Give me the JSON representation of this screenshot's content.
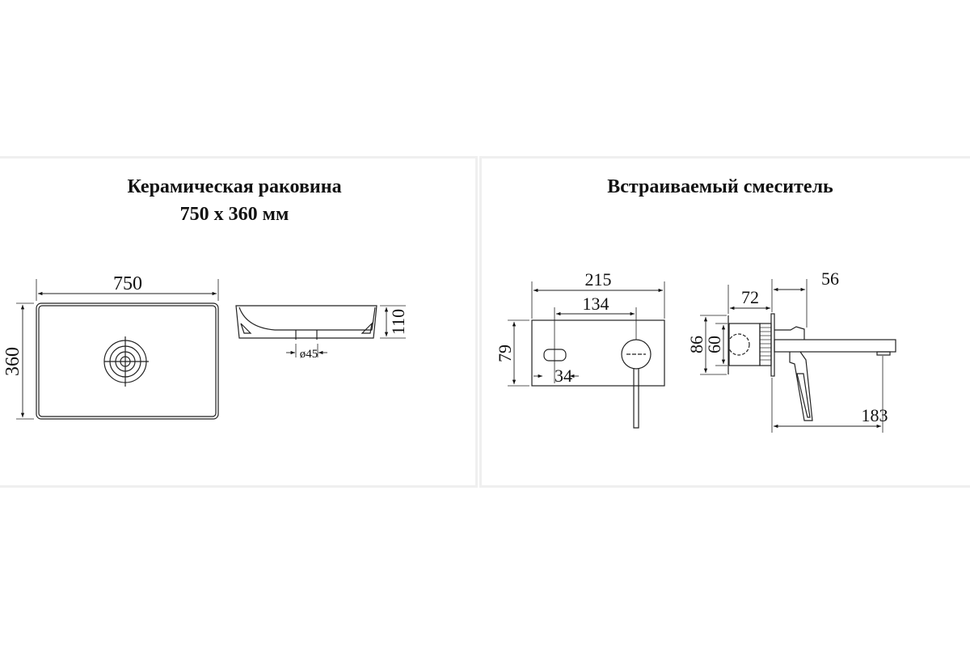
{
  "sink": {
    "title": "Керамическая раковина",
    "subtitle": "750 х 360 мм",
    "dims": {
      "width": "750",
      "depth": "360",
      "height": "110",
      "drain": "ø45"
    }
  },
  "mixer": {
    "title": "Встраиваемый смеситель",
    "dims": {
      "plate_width": "215",
      "spacing": "134",
      "plate_height": "79",
      "diverter": "34",
      "depth_72": "72",
      "depth_56": "56",
      "outer_86": "86",
      "inner_60": "60",
      "spout": "183"
    }
  }
}
